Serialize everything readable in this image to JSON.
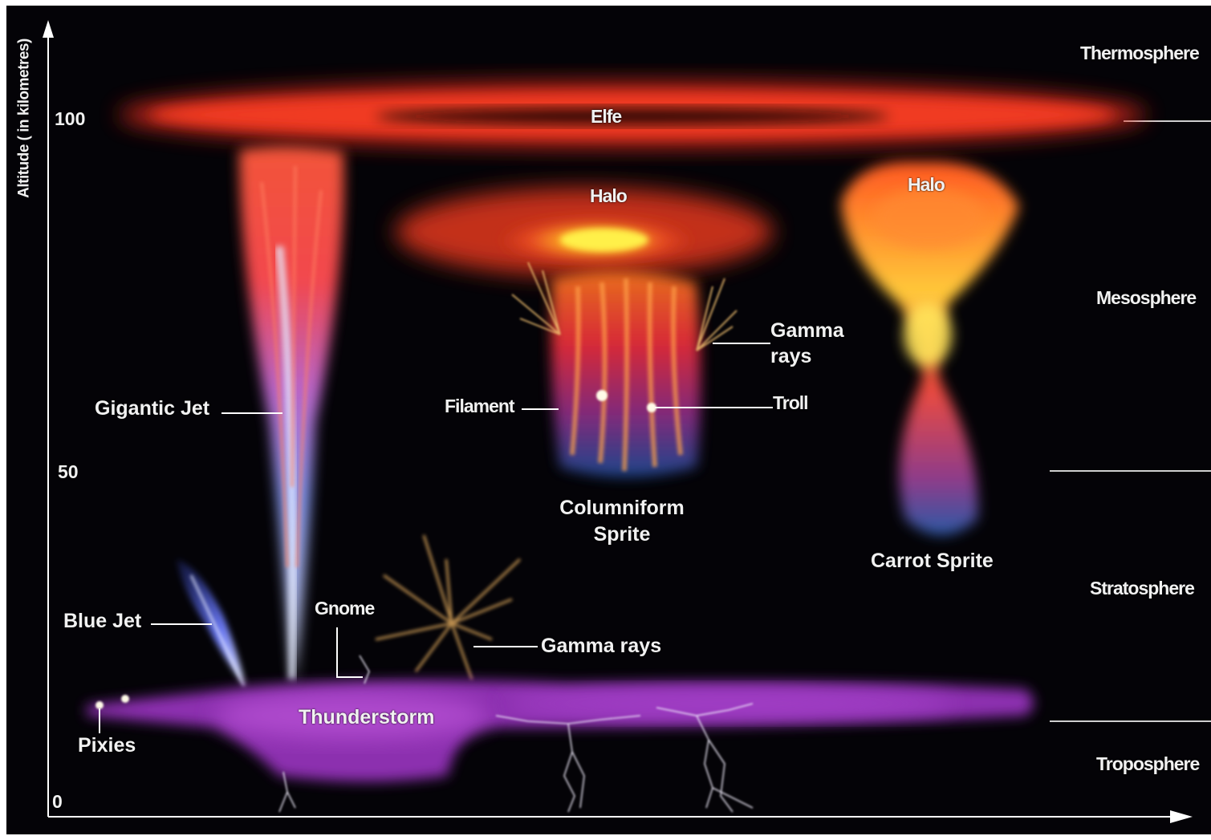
{
  "axis": {
    "y_label": "Altitude ( in kilometres)",
    "ticks": [
      "100",
      "50",
      "0"
    ]
  },
  "layers": [
    "Thermosphere",
    "Mesosphere",
    "Stratosphere",
    "Troposphere"
  ],
  "labels": {
    "elfe": "Elfe",
    "halo_left": "Halo",
    "halo_right": "Halo",
    "gamma_rays_upper_line1": "Gamma",
    "gamma_rays_upper_line2": "rays",
    "gigantic_jet": "Gigantic Jet",
    "filament": "Filament",
    "troll": "Troll",
    "columniform_line1": "Columniform",
    "columniform_line2": "Sprite",
    "carrot_sprite": "Carrot Sprite",
    "blue_jet": "Blue Jet",
    "gnome": "Gnome",
    "gamma_rays_lower": "Gamma rays",
    "thunderstorm": "Thunderstorm",
    "pixies": "Pixies"
  },
  "colors": {
    "background": "#040307",
    "elfe": "#e0301c",
    "halo": "#f5b21c",
    "gigantic_jet": "#5a6cf0",
    "thunderstorm": "#a63fc8",
    "label": "#f1f1f1"
  }
}
